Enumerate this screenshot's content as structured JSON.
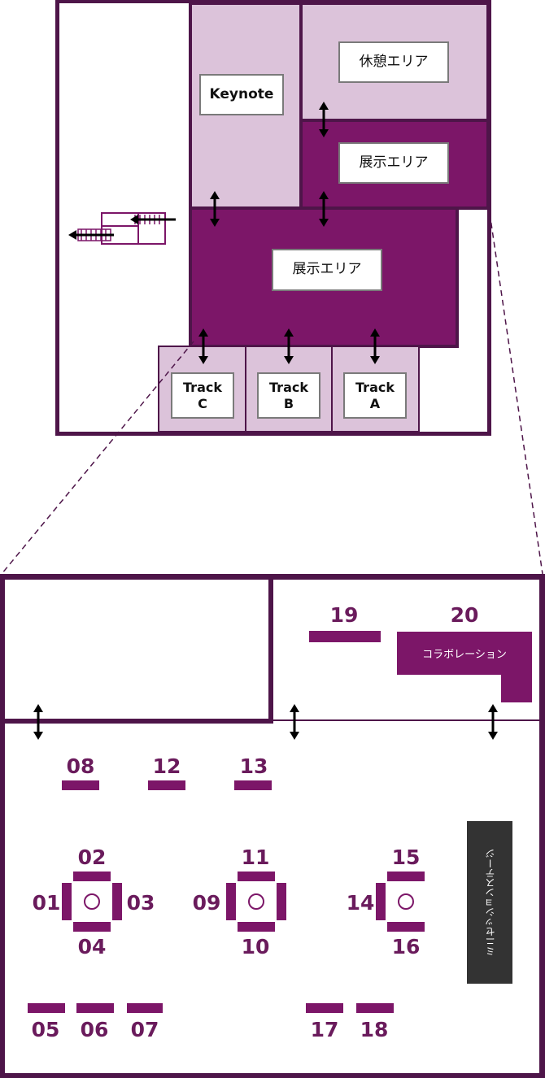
{
  "colors": {
    "outline": "#4e1549",
    "light_room": "#dcc3da",
    "dark_room": "#7c1668",
    "stage": "#333333",
    "booth": "#7c1668"
  },
  "overview": {
    "keynote": "Keynote",
    "rest_area": "休憩エリア",
    "exhibit_upper": "展示エリア",
    "exhibit_main": "展示エリア",
    "track_c": [
      "Track",
      "C"
    ],
    "track_b": [
      "Track",
      "B"
    ],
    "track_a": [
      "Track",
      "A"
    ]
  },
  "detail": {
    "collaboration": "コラボレーション",
    "mini_stage": "ミニセッションステージ",
    "booths": {
      "b01": "01",
      "b02": "02",
      "b03": "03",
      "b04": "04",
      "b05": "05",
      "b06": "06",
      "b07": "07",
      "b08": "08",
      "b09": "09",
      "b10": "10",
      "b11": "11",
      "b12": "12",
      "b13": "13",
      "b14": "14",
      "b15": "15",
      "b16": "16",
      "b17": "17",
      "b18": "18",
      "b19": "19",
      "b20": "20"
    }
  }
}
